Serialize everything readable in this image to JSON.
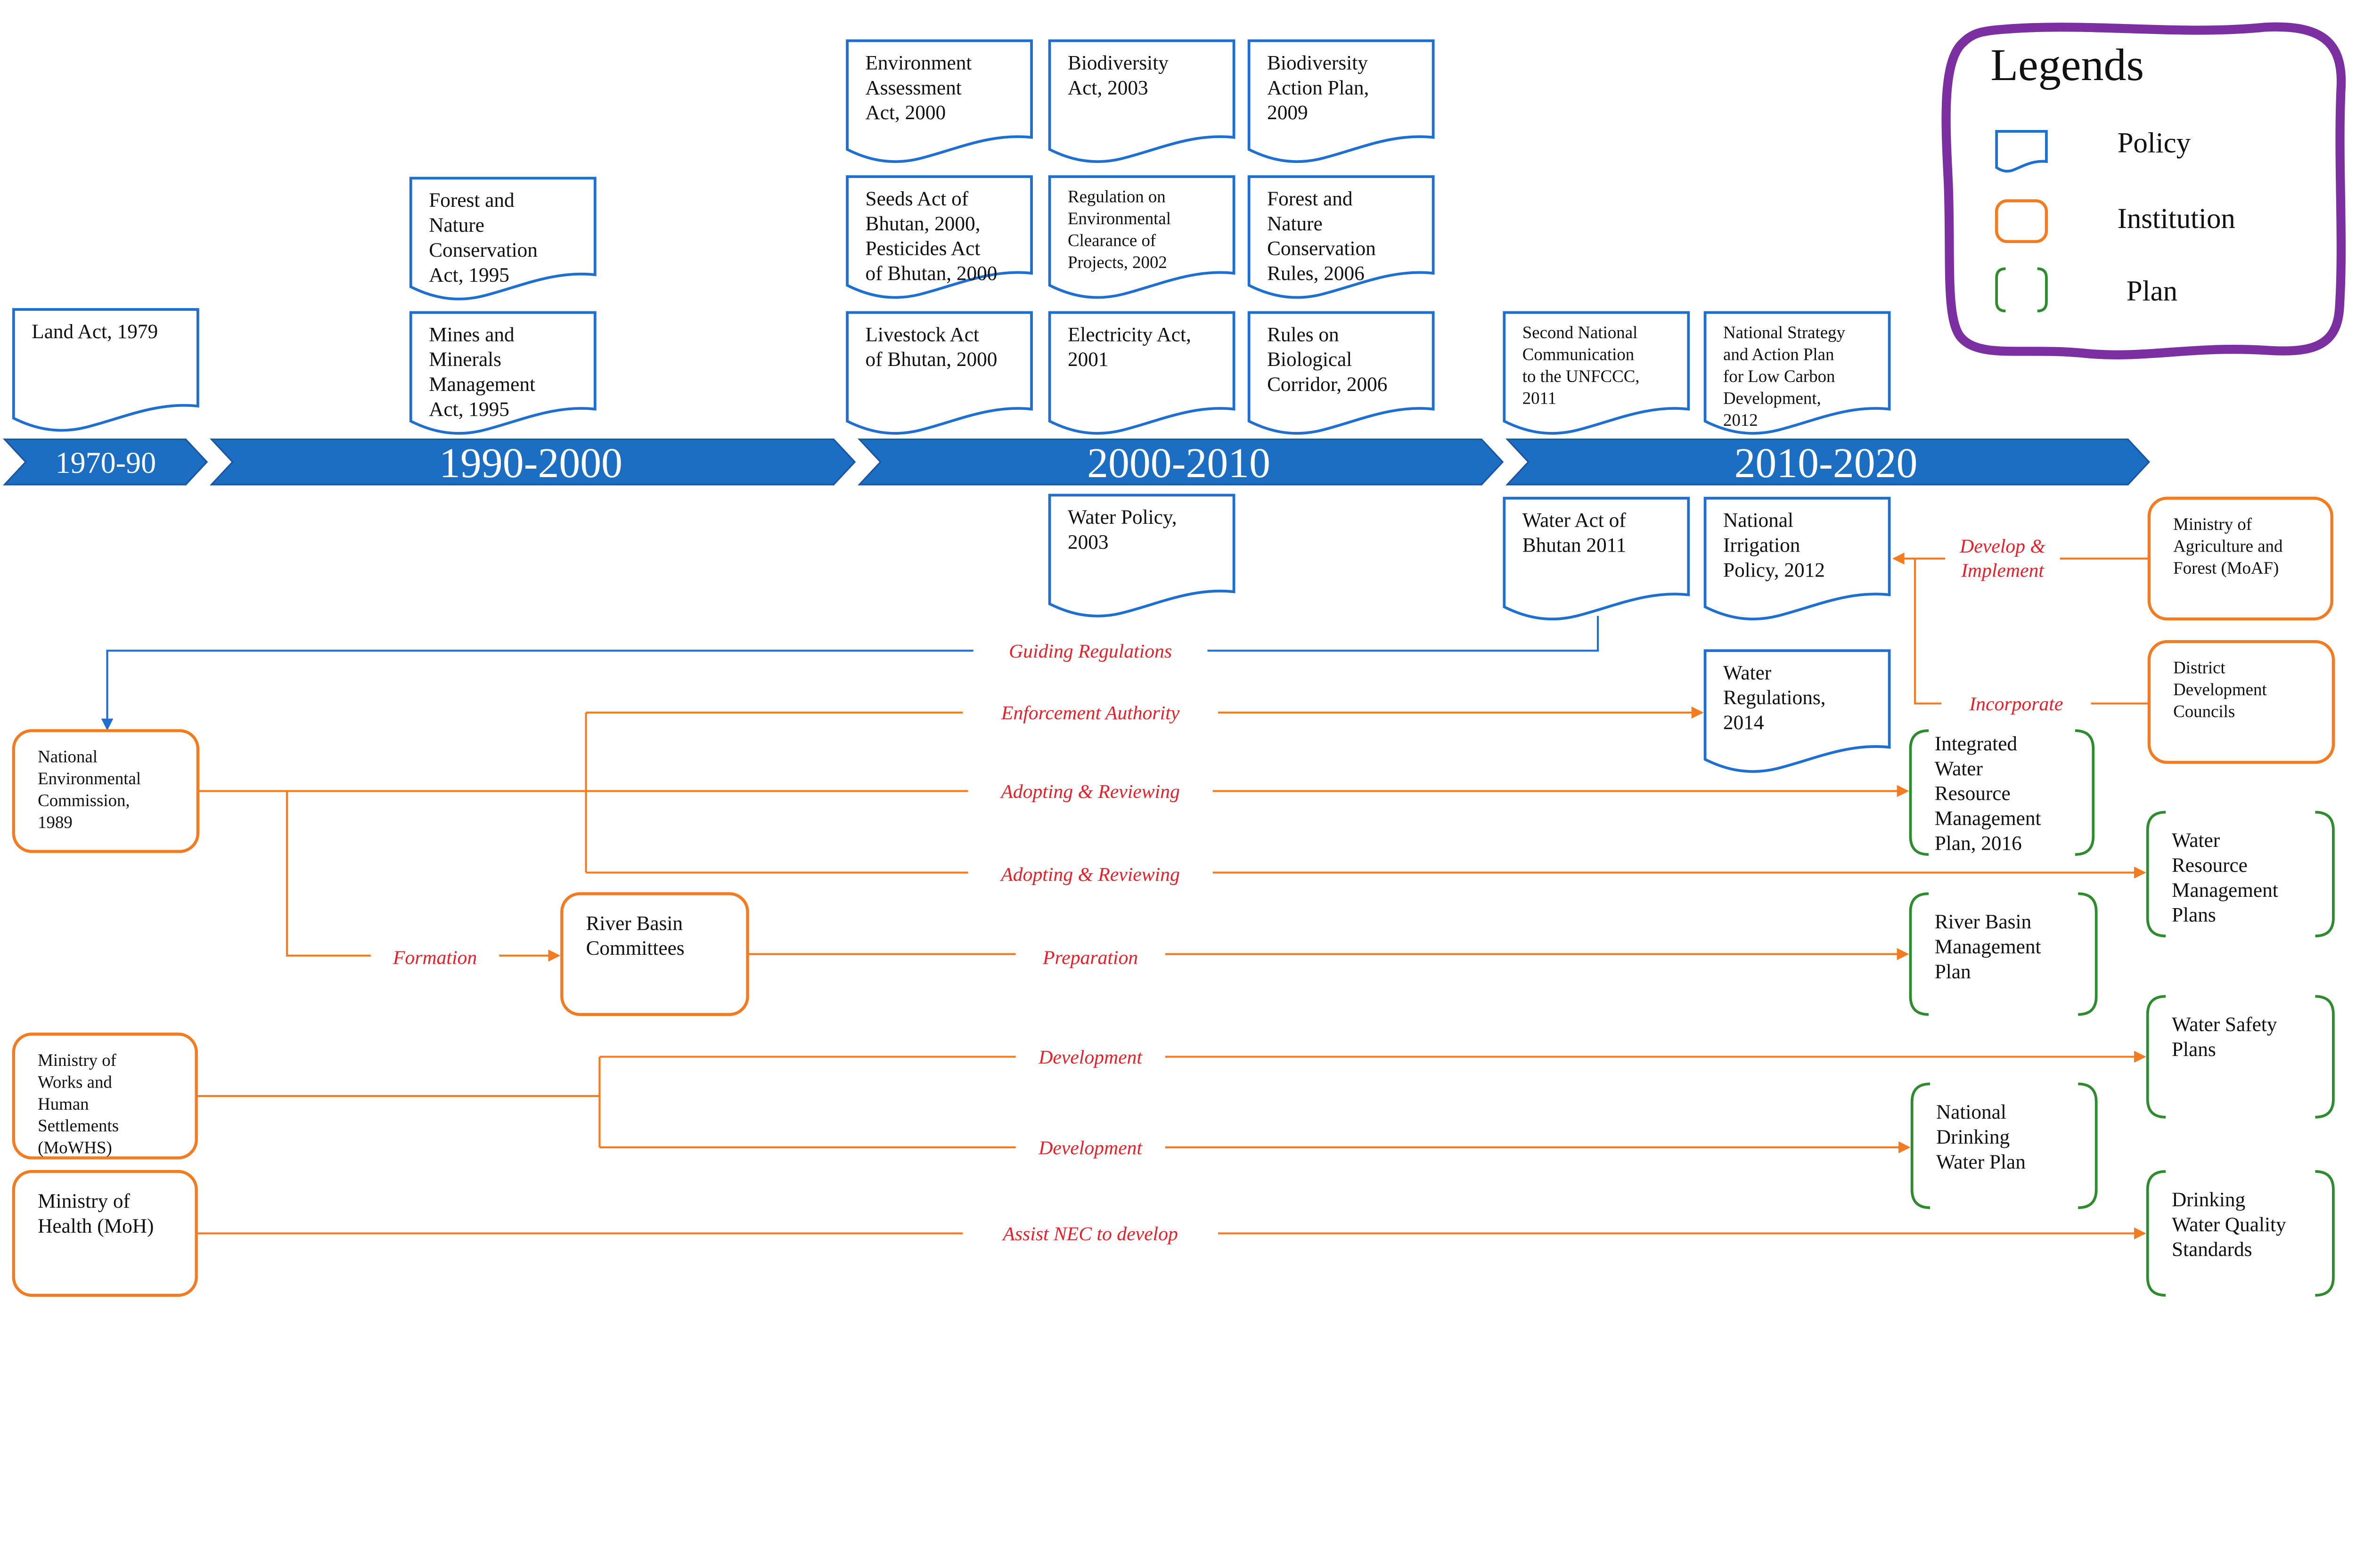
{
  "colors": {
    "policy": "#1f6fd0",
    "institution": "#f47b20",
    "plan": "#2e8b2e",
    "timeline": "#1b6ec2",
    "label": "#e8202a",
    "legend_border": "#7b2fa0"
  },
  "timeline": [
    "1970-90",
    "1990-2000",
    "2000-2010",
    "2010-2020"
  ],
  "legend": {
    "title": "Legends",
    "items": [
      "Policy",
      "Institution",
      "Plan"
    ]
  },
  "policies": [
    {
      "lines": [
        "Land Act, 1979"
      ]
    },
    {
      "lines": [
        "Forest and",
        "Nature",
        "Conservation",
        "Act, 1995"
      ]
    },
    {
      "lines": [
        "Mines and",
        "Minerals",
        "Management",
        "Act, 1995"
      ]
    },
    {
      "lines": [
        "Environment",
        "Assessment",
        "Act, 2000"
      ]
    },
    {
      "lines": [
        "Biodiversity",
        "Act, 2003"
      ]
    },
    {
      "lines": [
        "Biodiversity",
        "Action Plan,",
        "2009"
      ]
    },
    {
      "lines": [
        "Seeds Act of",
        "Bhutan, 2000,",
        "Pesticides Act",
        "of Bhutan, 2000"
      ]
    },
    {
      "lines": [
        "Regulation on",
        "Environmental",
        "Clearance of",
        "Projects, 2002"
      ]
    },
    {
      "lines": [
        "Forest and",
        "Nature",
        "Conservation",
        "Rules, 2006"
      ]
    },
    {
      "lines": [
        "Livestock Act",
        "of Bhutan, 2000"
      ]
    },
    {
      "lines": [
        "Electricity Act,",
        "2001"
      ]
    },
    {
      "lines": [
        "Rules on",
        "Biological",
        "Corridor, 2006"
      ]
    },
    {
      "lines": [
        "Second National",
        "Communication",
        "to the UNFCCC,",
        "2011"
      ]
    },
    {
      "lines": [
        "National Strategy",
        "and Action Plan",
        "for Low Carbon",
        "Development,",
        "2012"
      ]
    },
    {
      "lines": [
        "Water Policy,",
        "2003"
      ]
    },
    {
      "lines": [
        "Water Act of",
        "Bhutan 2011"
      ]
    },
    {
      "lines": [
        "National",
        "Irrigation",
        "Policy, 2012"
      ]
    },
    {
      "lines": [
        "Water",
        "Regulations,",
        "2014"
      ]
    }
  ],
  "institutions": [
    {
      "lines": [
        "National",
        "Environmental",
        "Commission,",
        "1989"
      ]
    },
    {
      "lines": [
        "River Basin",
        "Committees"
      ]
    },
    {
      "lines": [
        "Ministry of",
        "Works and",
        "Human",
        "Settlements",
        "(MoWHS)"
      ]
    },
    {
      "lines": [
        "Ministry of",
        "Health (MoH)"
      ]
    },
    {
      "lines": [
        "Ministry of",
        "Agriculture and",
        "Forest (MoAF)"
      ]
    },
    {
      "lines": [
        "District",
        "Development",
        "Councils"
      ]
    }
  ],
  "plans": [
    {
      "lines": [
        "Integrated",
        "Water",
        "Resource",
        "Management",
        "Plan, 2016"
      ]
    },
    {
      "lines": [
        "Water",
        "Resource",
        "Management",
        "Plans"
      ]
    },
    {
      "lines": [
        "River Basin",
        "Management",
        "Plan"
      ]
    },
    {
      "lines": [
        "Water Safety",
        "Plans"
      ]
    },
    {
      "lines": [
        "National",
        "Drinking",
        "Water Plan"
      ]
    },
    {
      "lines": [
        "Drinking",
        "Water Quality",
        "Standards"
      ]
    }
  ],
  "relations": [
    {
      "label": "Guiding Regulations"
    },
    {
      "label": "Enforcement Authority"
    },
    {
      "label": "Adopting & Reviewing"
    },
    {
      "label": "Adopting & Reviewing"
    },
    {
      "label": "Formation"
    },
    {
      "label": "Preparation"
    },
    {
      "label": "Development"
    },
    {
      "label": "Development"
    },
    {
      "label": "Assist NEC to develop"
    },
    {
      "label": [
        "Develop &",
        "Implement"
      ]
    },
    {
      "label": "Incorporate"
    }
  ]
}
